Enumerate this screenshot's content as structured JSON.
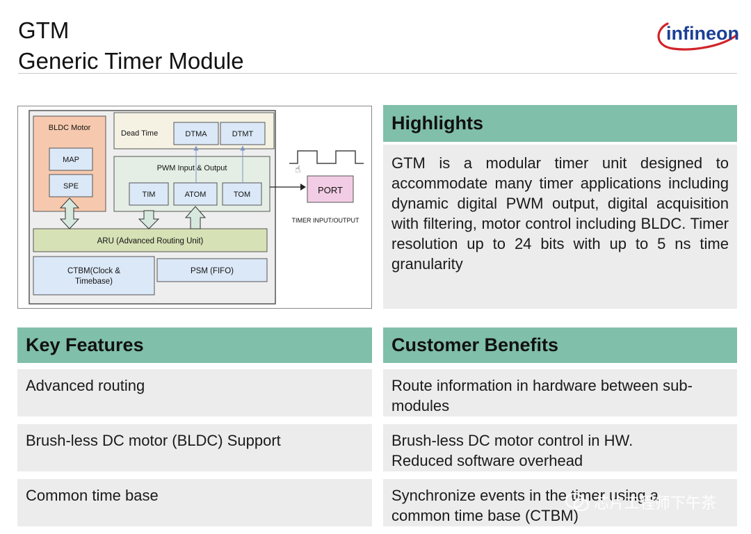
{
  "header": {
    "title_line1": "GTM",
    "title_line2": "Generic Timer Module"
  },
  "brand": {
    "logo_text": "infineon",
    "logo_color": "#1c3f95",
    "swoosh_color": "#d2232a"
  },
  "diagram": {
    "bldc_motor": "BLDC Motor",
    "map": "MAP",
    "spe": "SPE",
    "dead_time": "Dead Time",
    "dtma": "DTMA",
    "dtmt": "DTMT",
    "pwm_io": "PWM Input & Output",
    "tim": "TIM",
    "atom": "ATOM",
    "tom": "TOM",
    "port": "PORT",
    "timer_io": "TIMER INPUT/OUTPUT",
    "aru": "ARU (Advanced Routing Unit)",
    "ctbm_line1": "CTBM(Clock &",
    "ctbm_line2": "Timebase)",
    "psm": "PSM (FIFO)"
  },
  "highlights": {
    "title": "Highlights",
    "text": "GTM is a modular timer unit designed to accommodate many timer applications including dynamic digital PWM output, digital acquisition with filtering, motor control including BLDC. Timer resolution up to 24 bits with up to 5 ns time granularity"
  },
  "key_features": {
    "title": "Key Features",
    "items": [
      "Advanced routing",
      "Brush-less DC motor (BLDC) Support",
      "Common time base"
    ]
  },
  "customer_benefits": {
    "title": "Customer Benefits",
    "items": [
      [
        "Route information in hardware between sub-",
        "modules"
      ],
      [
        "Brush-less DC motor control in HW.",
        "Reduced software overhead"
      ],
      [
        "Synchronize events in the timer using a",
        "common time base (CTBM)"
      ]
    ]
  },
  "watermark": {
    "text": "芯片工程师下午茶"
  },
  "colors": {
    "header_green": "#80bfaa",
    "panel_gray": "#ececec",
    "bldc_orange": "#f6c9ae",
    "block_blue": "#dbe8f7",
    "aru_green": "#d7e1b6",
    "pwm_green": "#e4eee4",
    "deadtime_cream": "#f5f2e4",
    "port_pink": "#f2cce4"
  }
}
